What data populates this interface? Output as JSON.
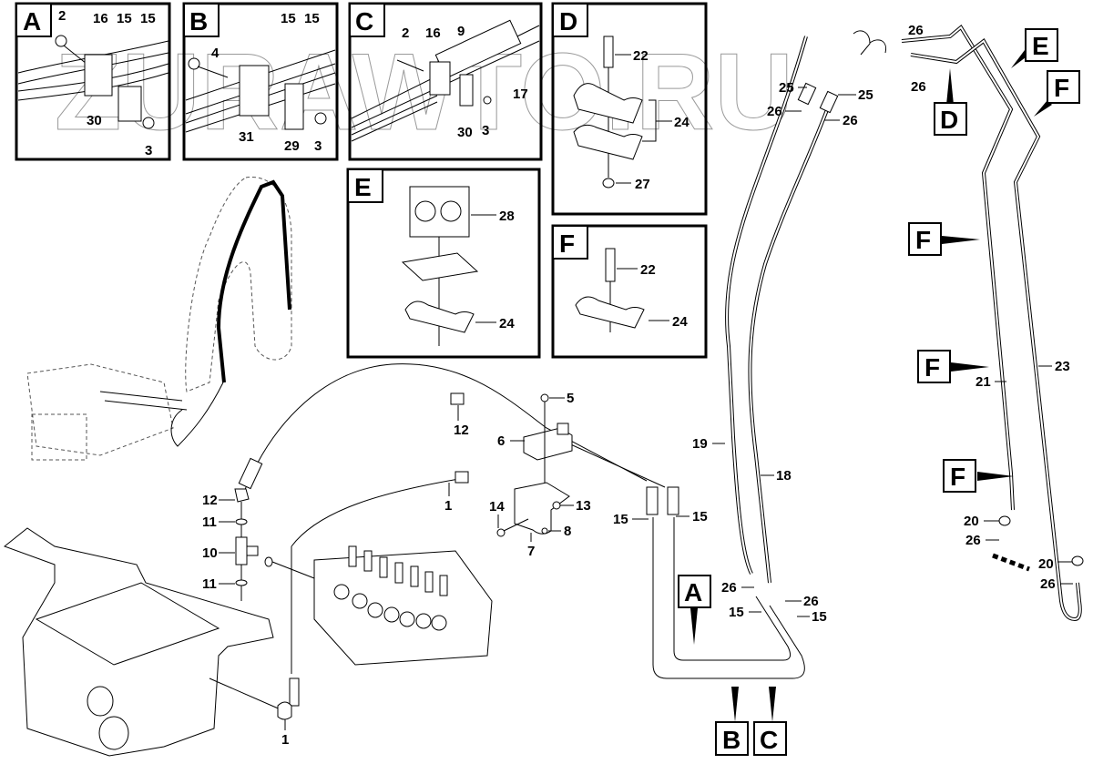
{
  "watermark": "ZURAWTO.RU",
  "detail_views": [
    {
      "letter": "A",
      "callouts": [
        "2",
        "16",
        "15",
        "15",
        "30",
        "3"
      ]
    },
    {
      "letter": "B",
      "callouts": [
        "4",
        "15",
        "15",
        "31",
        "29",
        "3"
      ]
    },
    {
      "letter": "C",
      "callouts": [
        "2",
        "16",
        "9",
        "17",
        "30",
        "3"
      ]
    },
    {
      "letter": "D",
      "callouts": [
        "22",
        "24",
        "27"
      ]
    },
    {
      "letter": "E",
      "callouts": [
        "28",
        "24"
      ]
    },
    {
      "letter": "F",
      "callouts": [
        "22",
        "24"
      ]
    }
  ],
  "reference_markers": [
    {
      "letter": "E",
      "target": "right pipe upper"
    },
    {
      "letter": "F",
      "target": "right pipe upper"
    },
    {
      "letter": "D",
      "target": "top pipe fitting"
    },
    {
      "letter": "F",
      "target": "pipe 21"
    },
    {
      "letter": "F",
      "target": "pipe 21"
    },
    {
      "letter": "F",
      "target": "pipe 21 lower"
    },
    {
      "letter": "A",
      "target": "hose loop"
    },
    {
      "letter": "B",
      "target": "hose loop"
    },
    {
      "letter": "C",
      "target": "hose loop"
    }
  ],
  "main_callouts": {
    "top_right": [
      "26",
      "26",
      "25",
      "25",
      "26",
      "26"
    ],
    "pipes": [
      "19",
      "18",
      "21",
      "23"
    ],
    "lower_right": [
      "20",
      "26",
      "20",
      "26"
    ],
    "hose_lower": [
      "26",
      "15",
      "26",
      "15"
    ],
    "hose_upper": [
      "15",
      "15"
    ],
    "valve_block": [
      "5",
      "6",
      "12",
      "1",
      "14",
      "13",
      "7",
      "8"
    ],
    "tee_assembly": [
      "12",
      "11",
      "10",
      "11"
    ],
    "bottom": [
      "1"
    ]
  }
}
